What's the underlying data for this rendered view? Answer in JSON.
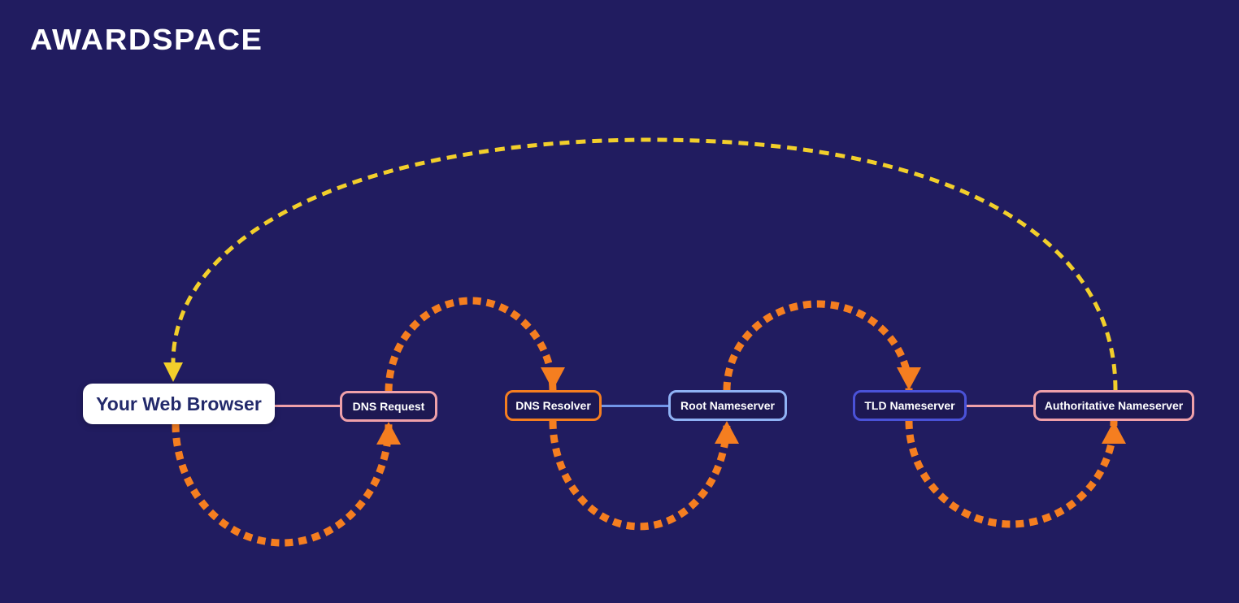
{
  "brand": {
    "logo_text": "AWARDSPACE"
  },
  "colors": {
    "background": "#211c60",
    "node_fill": "#1d1852",
    "browser_fill": "#ffffff",
    "browser_text": "#232a6b",
    "label_text": "#ffffff",
    "orange": "#f57e20",
    "yellow": "#f2cf2b",
    "pink": "#efa0a9",
    "light_blue": "#8fb2f4",
    "mid_blue": "#7195e8",
    "indigo": "#4a52d8",
    "indigo_deep": "#4348cc"
  },
  "nodes": [
    {
      "id": "browser",
      "label": "Your Web Browser",
      "border": "white",
      "role": "start"
    },
    {
      "id": "dns-request",
      "label": "DNS Request",
      "border": "pink"
    },
    {
      "id": "dns-resolver",
      "label": "DNS Resolver",
      "border": "orange"
    },
    {
      "id": "root-nameserver",
      "label": "Root Nameserver",
      "border": "light_blue"
    },
    {
      "id": "tld-nameserver",
      "label": "TLD Nameserver",
      "border": "indigo"
    },
    {
      "id": "authoritative-nameserver",
      "label": "Authoritative Nameserver",
      "border": "pink"
    }
  ],
  "flow": {
    "query_path": [
      {
        "from": "browser",
        "to": "dns-request",
        "arc": "below",
        "color": "orange"
      },
      {
        "from": "dns-request",
        "to": "dns-resolver",
        "arc": "above",
        "color": "orange"
      },
      {
        "from": "dns-resolver",
        "to": "root-nameserver",
        "arc": "below",
        "color": "orange"
      },
      {
        "from": "root-nameserver",
        "to": "tld-nameserver",
        "arc": "above",
        "color": "orange"
      },
      {
        "from": "tld-nameserver",
        "to": "authoritative-nameserver",
        "arc": "below",
        "color": "orange"
      }
    ],
    "response_path": [
      {
        "from": "authoritative-nameserver",
        "to": "browser",
        "arc": "top-return",
        "color": "yellow"
      }
    ]
  }
}
